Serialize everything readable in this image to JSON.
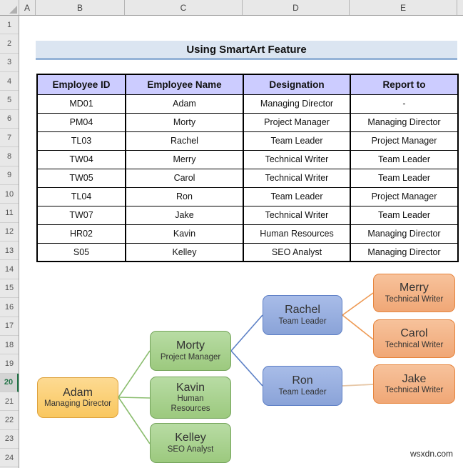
{
  "spreadsheet": {
    "column_headers": [
      "A",
      "B",
      "C",
      "D",
      "E"
    ],
    "row_numbers": [
      1,
      2,
      3,
      4,
      5,
      6,
      7,
      8,
      9,
      10,
      11,
      12,
      13,
      14,
      15,
      16,
      17,
      18,
      19,
      20,
      21,
      22,
      23,
      24
    ],
    "active_row": 20
  },
  "title": {
    "text": "Using SmartArt Feature"
  },
  "table": {
    "headers": [
      "Employee ID",
      "Employee Name",
      "Designation",
      "Report to"
    ],
    "rows": [
      [
        "MD01",
        "Adam",
        "Managing Director",
        "-"
      ],
      [
        "PM04",
        "Morty",
        "Project Manager",
        "Managing Director"
      ],
      [
        "TL03",
        "Rachel",
        "Team Leader",
        "Project Manager"
      ],
      [
        "TW04",
        "Merry",
        "Technical Writer",
        "Team Leader"
      ],
      [
        "TW05",
        "Carol",
        "Technical Writer",
        "Team Leader"
      ],
      [
        "TL04",
        "Ron",
        "Team Leader",
        "Project Manager"
      ],
      [
        "TW07",
        "Jake",
        "Technical Writer",
        "Team Leader"
      ],
      [
        "HR02",
        "Kavin",
        "Human Resources",
        "Managing Director"
      ],
      [
        "S05",
        "Kelley",
        "SEO Analyst",
        "Managing Director"
      ]
    ]
  },
  "org_chart": {
    "nodes": [
      {
        "name": "Adam",
        "role": "Managing Director",
        "color": "yellow"
      },
      {
        "name": "Morty",
        "role": "Project Manager",
        "color": "green"
      },
      {
        "name": "Kavin",
        "role": "Human Resources",
        "color": "green"
      },
      {
        "name": "Kelley",
        "role": "SEO Analyst",
        "color": "green"
      },
      {
        "name": "Rachel",
        "role": "Team Leader",
        "color": "blue"
      },
      {
        "name": "Ron",
        "role": "Team Leader",
        "color": "blue"
      },
      {
        "name": "Merry",
        "role": "Technical Writer",
        "color": "orange"
      },
      {
        "name": "Carol",
        "role": "Technical Writer",
        "color": "orange"
      },
      {
        "name": "Jake",
        "role": "Technical Writer",
        "color": "orange"
      }
    ],
    "edges": [
      {
        "from": "Adam",
        "to": "Morty"
      },
      {
        "from": "Adam",
        "to": "Kavin"
      },
      {
        "from": "Adam",
        "to": "Kelley"
      },
      {
        "from": "Morty",
        "to": "Rachel"
      },
      {
        "from": "Morty",
        "to": "Ron"
      },
      {
        "from": "Rachel",
        "to": "Merry"
      },
      {
        "from": "Rachel",
        "to": "Carol"
      },
      {
        "from": "Ron",
        "to": "Jake"
      }
    ]
  },
  "colors": {
    "title_fill": "#dbe5f1",
    "title_border": "#95b3d7",
    "table_header_fill": "#ccccff",
    "active_row_green": "#217346",
    "node_yellow": "#fbd17e",
    "node_green": "#a9d18e",
    "node_blue": "#8faadc",
    "node_orange": "#f4b183",
    "edge_green": "#8cbe70",
    "edge_blue": "#5c80c6",
    "edge_orange": "#ee9a54",
    "edge_tan": "#e6c6a5"
  },
  "watermark": {
    "text": "wsxdn.com"
  }
}
